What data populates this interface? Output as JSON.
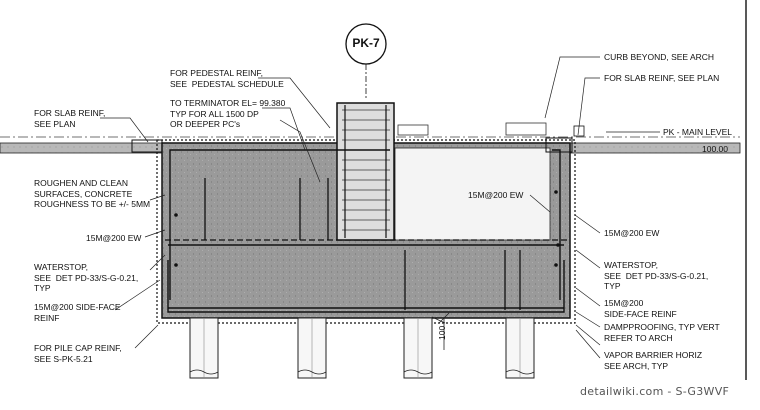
{
  "tag": "PK-7",
  "labels": {
    "pedestal_reinf": "FOR PEDESTAL REINF,\nSEE  PEDESTAL SCHEDULE",
    "terminator": "TO TERMINATOR EL= 99.380\nTYP FOR ALL 1500 DP\nOR DEEPER PC's",
    "slab_reinf_left": "FOR SLAB REINF,\nSEE PLAN",
    "roughen": "ROUGHEN AND CLEAN\nSURFACES, CONCRETE\nROUGHNESS TO BE +/- 5MM",
    "ew_left": "15M@200 EW",
    "waterstop_left": "WATERSTOP,\nSEE  DET PD-33/S-G-0.21,\nTYP",
    "sideface_left": "15M@200 SIDE-FACE\nREINF",
    "pile_cap": "FOR PILE CAP REINF,\nSEE S-PK-5.21",
    "curb": "CURB BEYOND, SEE ARCH",
    "slab_reinf_right": "FOR SLAB REINF, SEE PLAN",
    "main_level": "PK - MAIN LEVEL",
    "elevation": "100.00",
    "ew_center": "15M@200 EW",
    "ew_right": "15M@200 EW",
    "waterstop_right": "WATERSTOP,\nSEE  DET PD-33/S-G-0.21,\nTYP",
    "sideface_right": "15M@200\nSIDE-FACE REINF",
    "damp": "DAMPPROOFING, TYP VERT\nREFER TO ARCH",
    "vapor": "VAPOR BARRIER HORIZ\nSEE ARCH, TYP",
    "dim_100": "100"
  },
  "watermark": "detailwiki.com - S-G3WVF"
}
